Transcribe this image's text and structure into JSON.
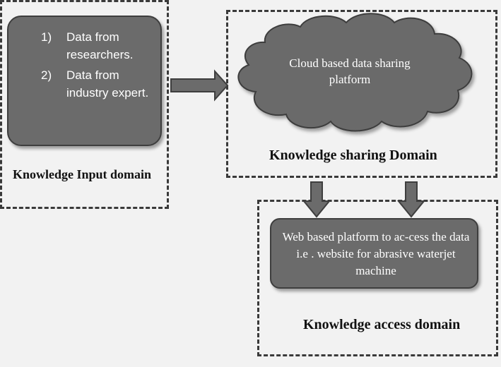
{
  "input_domain": {
    "label": "Knowledge Input domain",
    "items": [
      {
        "number": "1)",
        "text": "Data from researchers."
      },
      {
        "number": "2)",
        "text": "Data from industry expert."
      }
    ]
  },
  "sharing_domain": {
    "label": "Knowledge sharing Domain",
    "cloud_text": "Cloud based data sharing platform"
  },
  "access_domain": {
    "label": "Knowledge access domain",
    "box_text": "Web based platform to ac-cess the data i.e . website  for abrasive waterjet machine"
  },
  "colors": {
    "box_fill": "#6b6b6b",
    "box_border": "#3e3e3e",
    "background": "#f2f2f2",
    "dash": "#3a3a3a"
  }
}
